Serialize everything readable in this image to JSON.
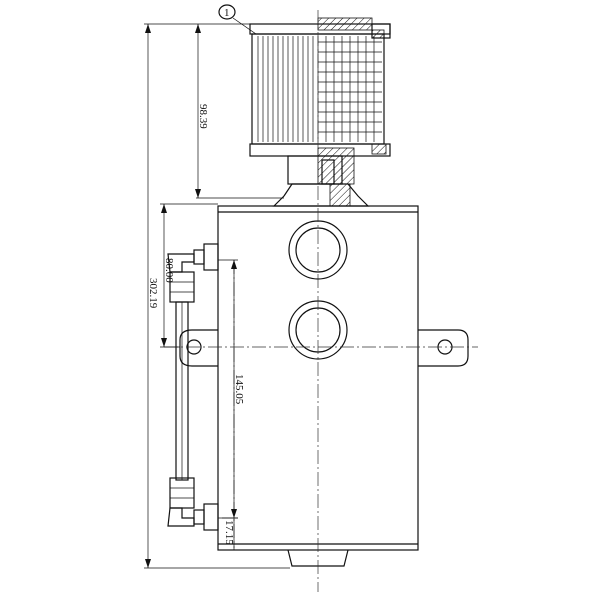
{
  "drawing": {
    "balloon_label": "1",
    "dimensions": {
      "filter_height": "98.39",
      "overall_height": "302.19",
      "upper_fitting": "80.00",
      "fitting_spacing": "145.05",
      "bottom_offset": "17.15"
    }
  },
  "colors": {
    "line": "#111111",
    "background": "#ffffff"
  }
}
